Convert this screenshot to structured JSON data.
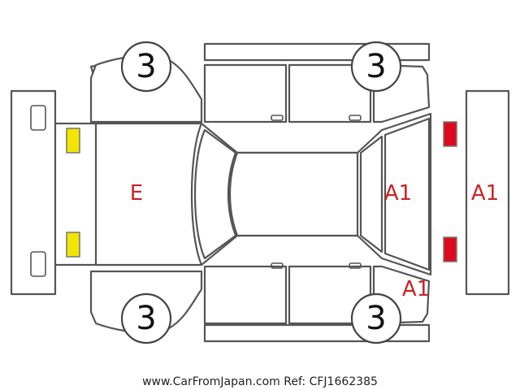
{
  "diagram": {
    "tires": {
      "front_left": "3",
      "rear_left": "3",
      "front_right": "3",
      "rear_right": "3"
    },
    "damage_codes": {
      "hood": "E",
      "rear_window": "A1",
      "rear_bumper": "A1",
      "rear_quarter_right": "A1"
    },
    "marker_colors": {
      "headlight": "#f2e600",
      "taillight": "#dd0a1e",
      "damage_code": "#cc2222"
    },
    "footer": "www.CarFromJapan.com Ref: CFJ1662385"
  }
}
